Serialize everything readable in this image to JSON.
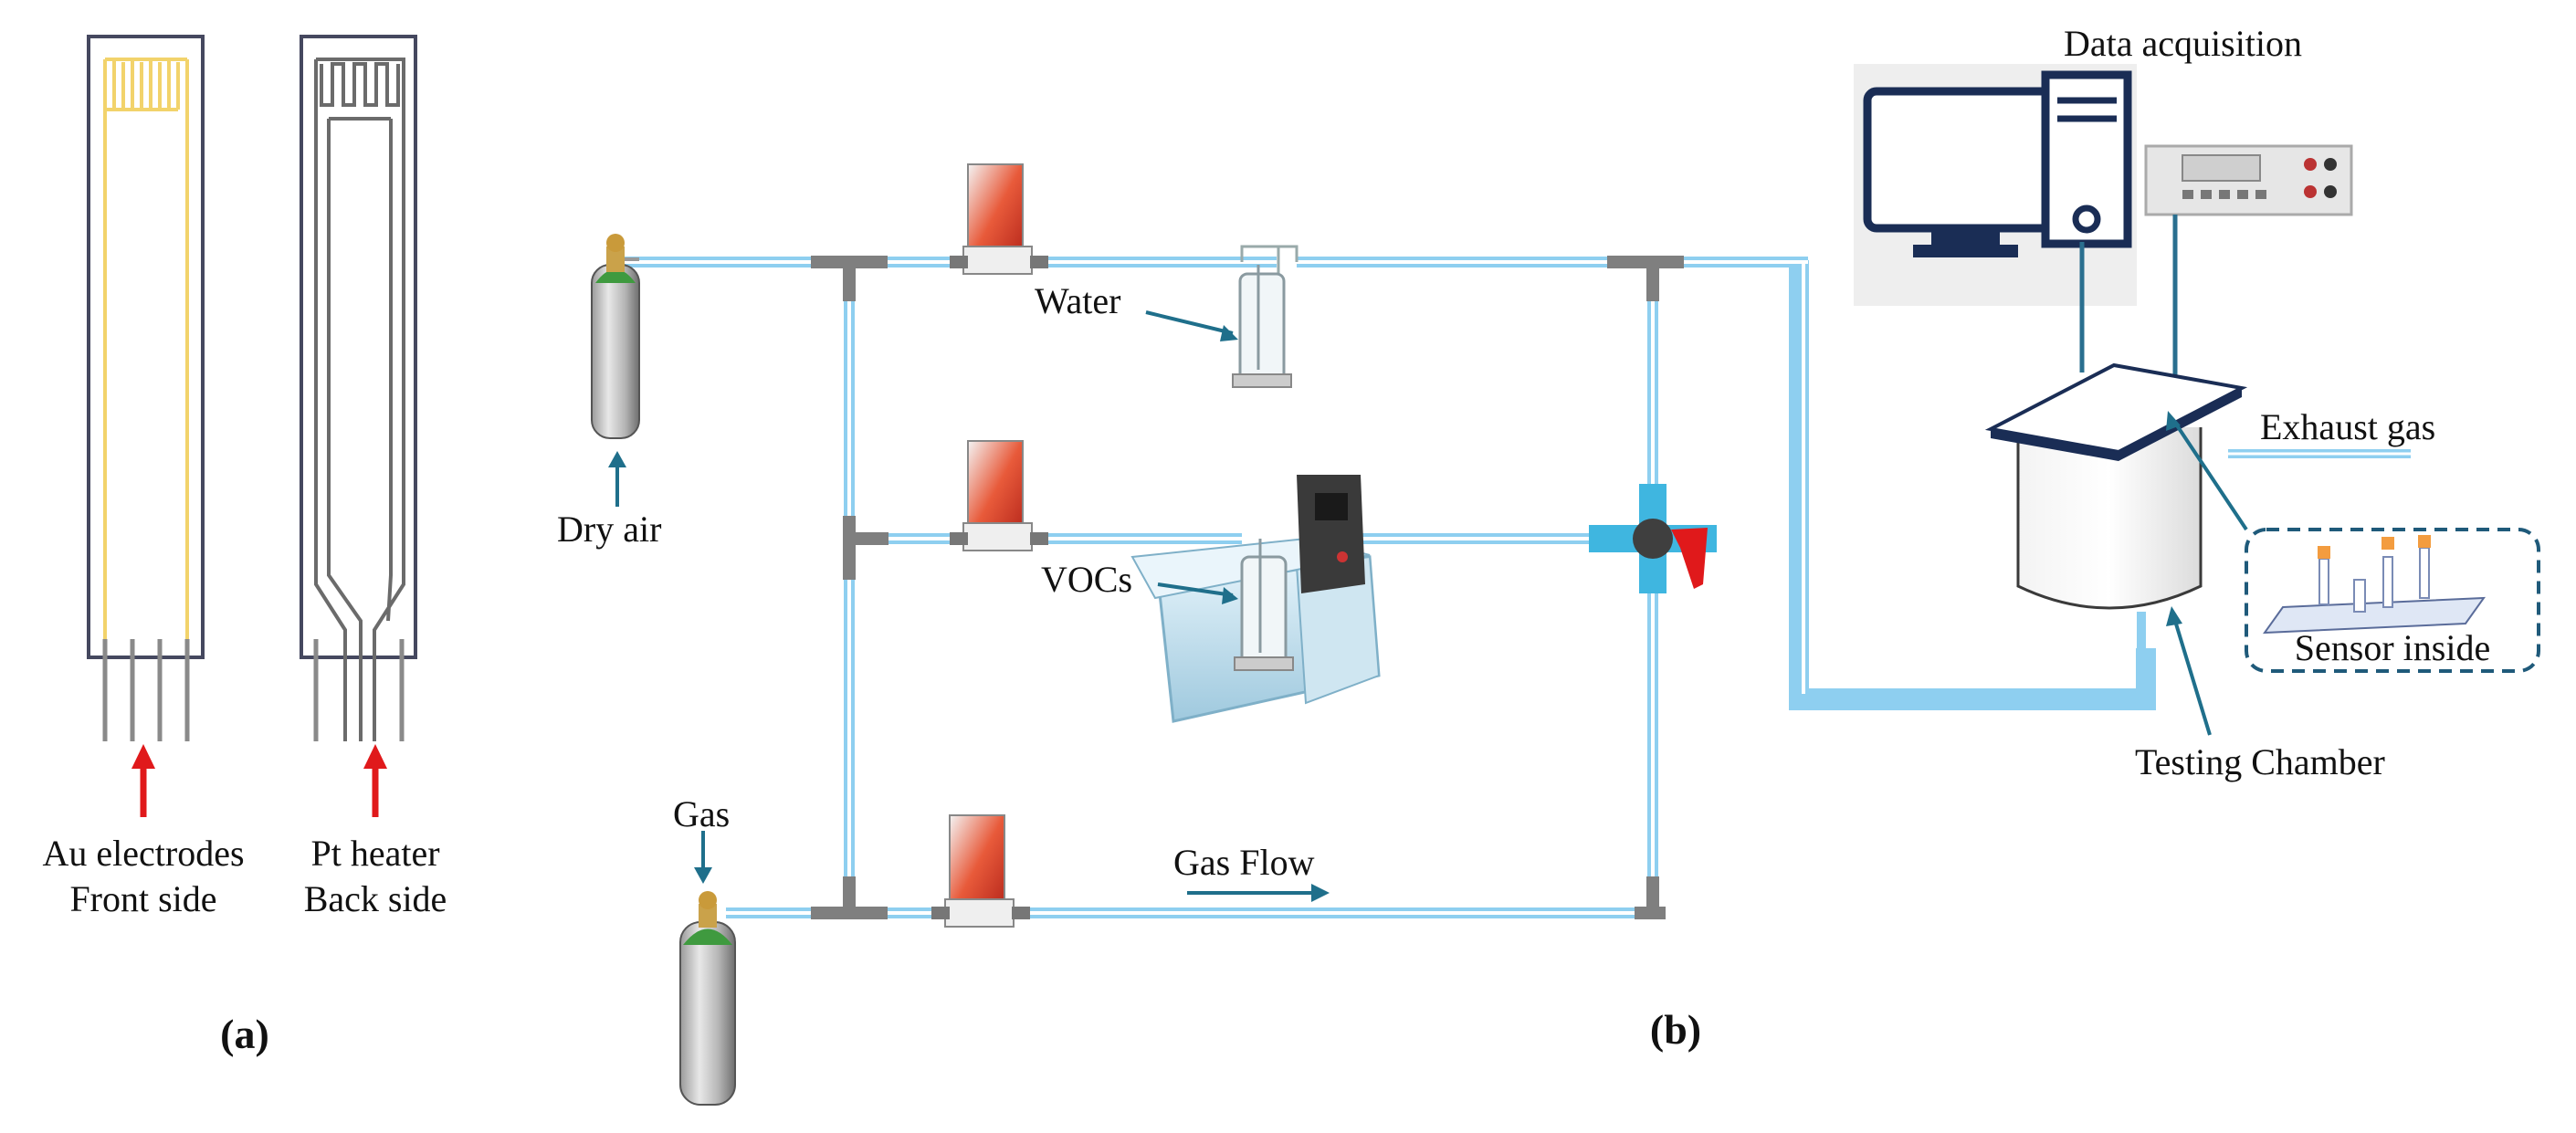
{
  "panel_a": {
    "tag": "(a)",
    "front_caption_line1": "Au electrodes",
    "front_caption_line2": "Front side",
    "back_caption_line1": "Pt heater",
    "back_caption_line2": "Back side"
  },
  "panel_b": {
    "tag": "(b)",
    "labels": {
      "dry_air": "Dry air",
      "gas": "Gas",
      "water": "Water",
      "vocs": "VOCs",
      "gas_flow": "Gas Flow",
      "data_acquisition": "Data acquisition",
      "exhaust_gas": "Exhaust gas",
      "sensor_inside": "Sensor inside",
      "testing_chamber": "Testing Chamber"
    }
  },
  "colors": {
    "pipe": "#8ecff0",
    "pipe_core": "#ffffff",
    "connector": "#7f7f7f",
    "wire": "#2a6f8f",
    "arrow_red": "#e0191b",
    "arrow_blue": "#1f6f8b",
    "electrode_gold": "#f2d36b",
    "heater_outline": "#6b6b6b",
    "computer_blue": "#1a2d55",
    "cylinder_green": "#3f9a3f"
  }
}
